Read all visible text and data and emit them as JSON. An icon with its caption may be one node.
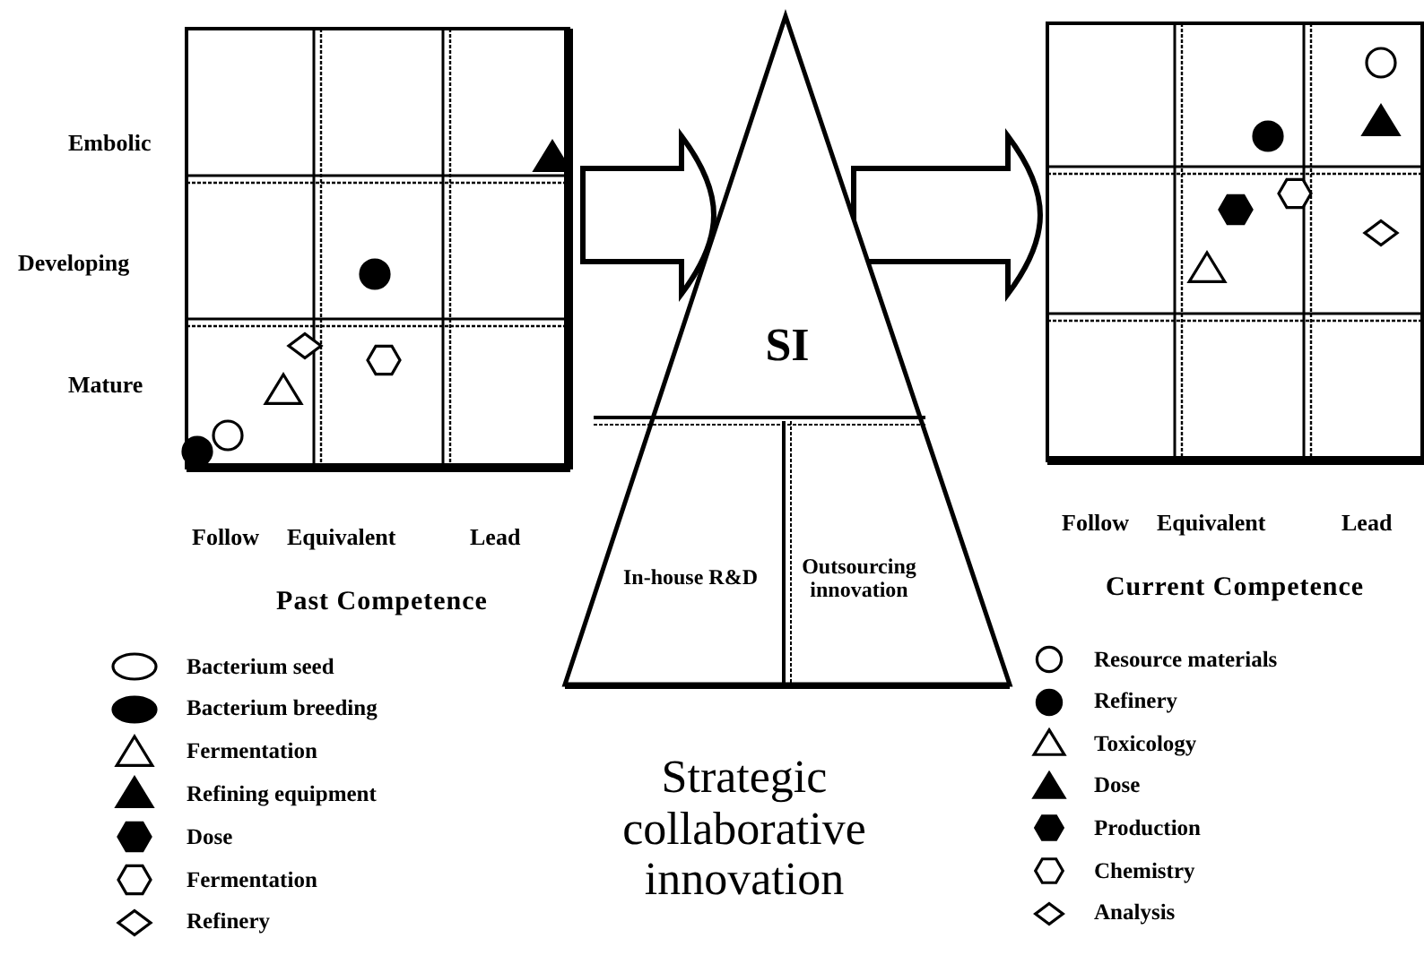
{
  "diagram": {
    "caption": "Strategic collaborative innovation",
    "nodes": [
      {
        "text": [
          "Past Competence"
        ]
      },
      {
        "text": [
          "SI"
        ]
      },
      {
        "text": [
          "In-house R&D"
        ],
        "in": 1
      },
      {
        "text": [
          "Outsourcing innovation"
        ],
        "in": 1
      },
      {
        "text": [
          "Current Competence"
        ]
      }
    ],
    "edges": [
      {
        "from": 0,
        "to": 1,
        "arrow": "to"
      },
      {
        "from": 1,
        "to": 4,
        "arrow": "to"
      }
    ],
    "labels": [
      "Embolic",
      "Developing",
      "Mature",
      "Follow",
      "Equivalent",
      "Lead",
      "Follow",
      "Equivalent",
      "Lead"
    ],
    "legend": [
      {
        "text": "Bacterium seed"
      },
      {
        "text": "Bacterium breeding"
      },
      {
        "text": "Fermentation"
      },
      {
        "text": "Refining equipment"
      },
      {
        "text": "Dose"
      },
      {
        "text": "Fermentation"
      },
      {
        "text": "Refinery"
      },
      {
        "text": "Resource materials"
      },
      {
        "text": "Refinery"
      },
      {
        "text": "Toxicology"
      },
      {
        "text": "Dose"
      },
      {
        "text": "Production"
      },
      {
        "text": "Chemistry"
      },
      {
        "text": "Analysis"
      }
    ]
  }
}
